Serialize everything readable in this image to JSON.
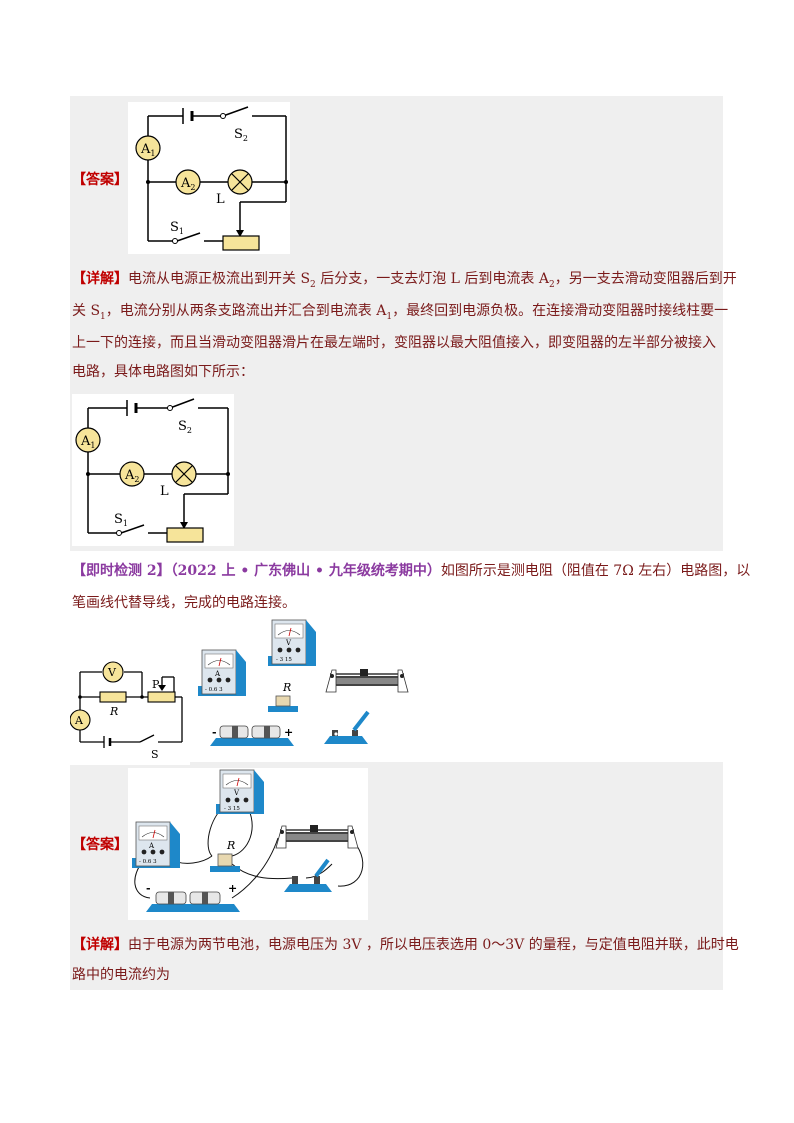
{
  "answer1": {
    "label": "【答案】",
    "circuit": {
      "a1": "A",
      "a1_sub": "1",
      "a2": "A",
      "a2_sub": "2",
      "s1": "S",
      "s1_sub": "1",
      "s2": "S",
      "s2_sub": "2",
      "lamp": "L"
    }
  },
  "detail1": {
    "label": "【详解】",
    "l1_a": "电流从电源正极流出到开关 S",
    "l1_sub1": "2",
    "l1_b": " 后分支，一支去灯泡 L 后到电流表 A",
    "l1_sub2": "2",
    "l1_c": "，另一支去滑动变阻器后到开",
    "l2_a": "关 S",
    "l2_sub1": "1",
    "l2_b": "，电流分别从两条支路流出并汇合到电流表 A",
    "l2_sub2": "1",
    "l2_c": "，最终回到电源负极。在连接滑动变阻器时接线柱要一",
    "line3": "上一下的连接，而且当滑动变阻器滑片在最左端时，变阻器以最大阻值接入，即变阻器的左半部分被接入",
    "line4": "电路，具体电路图如下所示：",
    "circuit": {
      "a1": "A",
      "a1_sub": "1",
      "a2": "A",
      "a2_sub": "2",
      "s1": "S",
      "s1_sub": "1",
      "s2": "S",
      "s2_sub": "2",
      "lamp": "L"
    }
  },
  "question2": {
    "label": "【即时检测 2】",
    "source": "（2022 上 • 广东佛山 • 九年级统考期中）",
    "text1": "如图所示是测电阻（阻值在 7Ω 左右）电路图，以",
    "text2": "笔画线代替导线，完成的电路连接。",
    "circuit": {
      "v": "V",
      "a": "A",
      "r": "R",
      "p": "P",
      "s": "S"
    },
    "devices": {
      "ammeter_letter": "A",
      "ammeter_scale": "- 0.6  3",
      "voltmeter_letter": "V",
      "voltmeter_scale": "- 3  15",
      "resistor": "R",
      "battery_minus": "-",
      "battery_plus": "+"
    }
  },
  "answer2": {
    "label": "【答案】",
    "devices": {
      "ammeter_letter": "A",
      "ammeter_scale": "- 0.6  3",
      "voltmeter_letter": "V",
      "voltmeter_scale": "- 3  15",
      "resistor": "R",
      "battery_minus": "-",
      "battery_plus": "+"
    }
  },
  "detail2": {
    "label": "【详解】",
    "line1": "由于电源为两节电池，电源电压为 3V ，所以电压表选用 0～3V 的量程，与定值电阻并联，此时电",
    "line2": "路中的电流约为"
  }
}
